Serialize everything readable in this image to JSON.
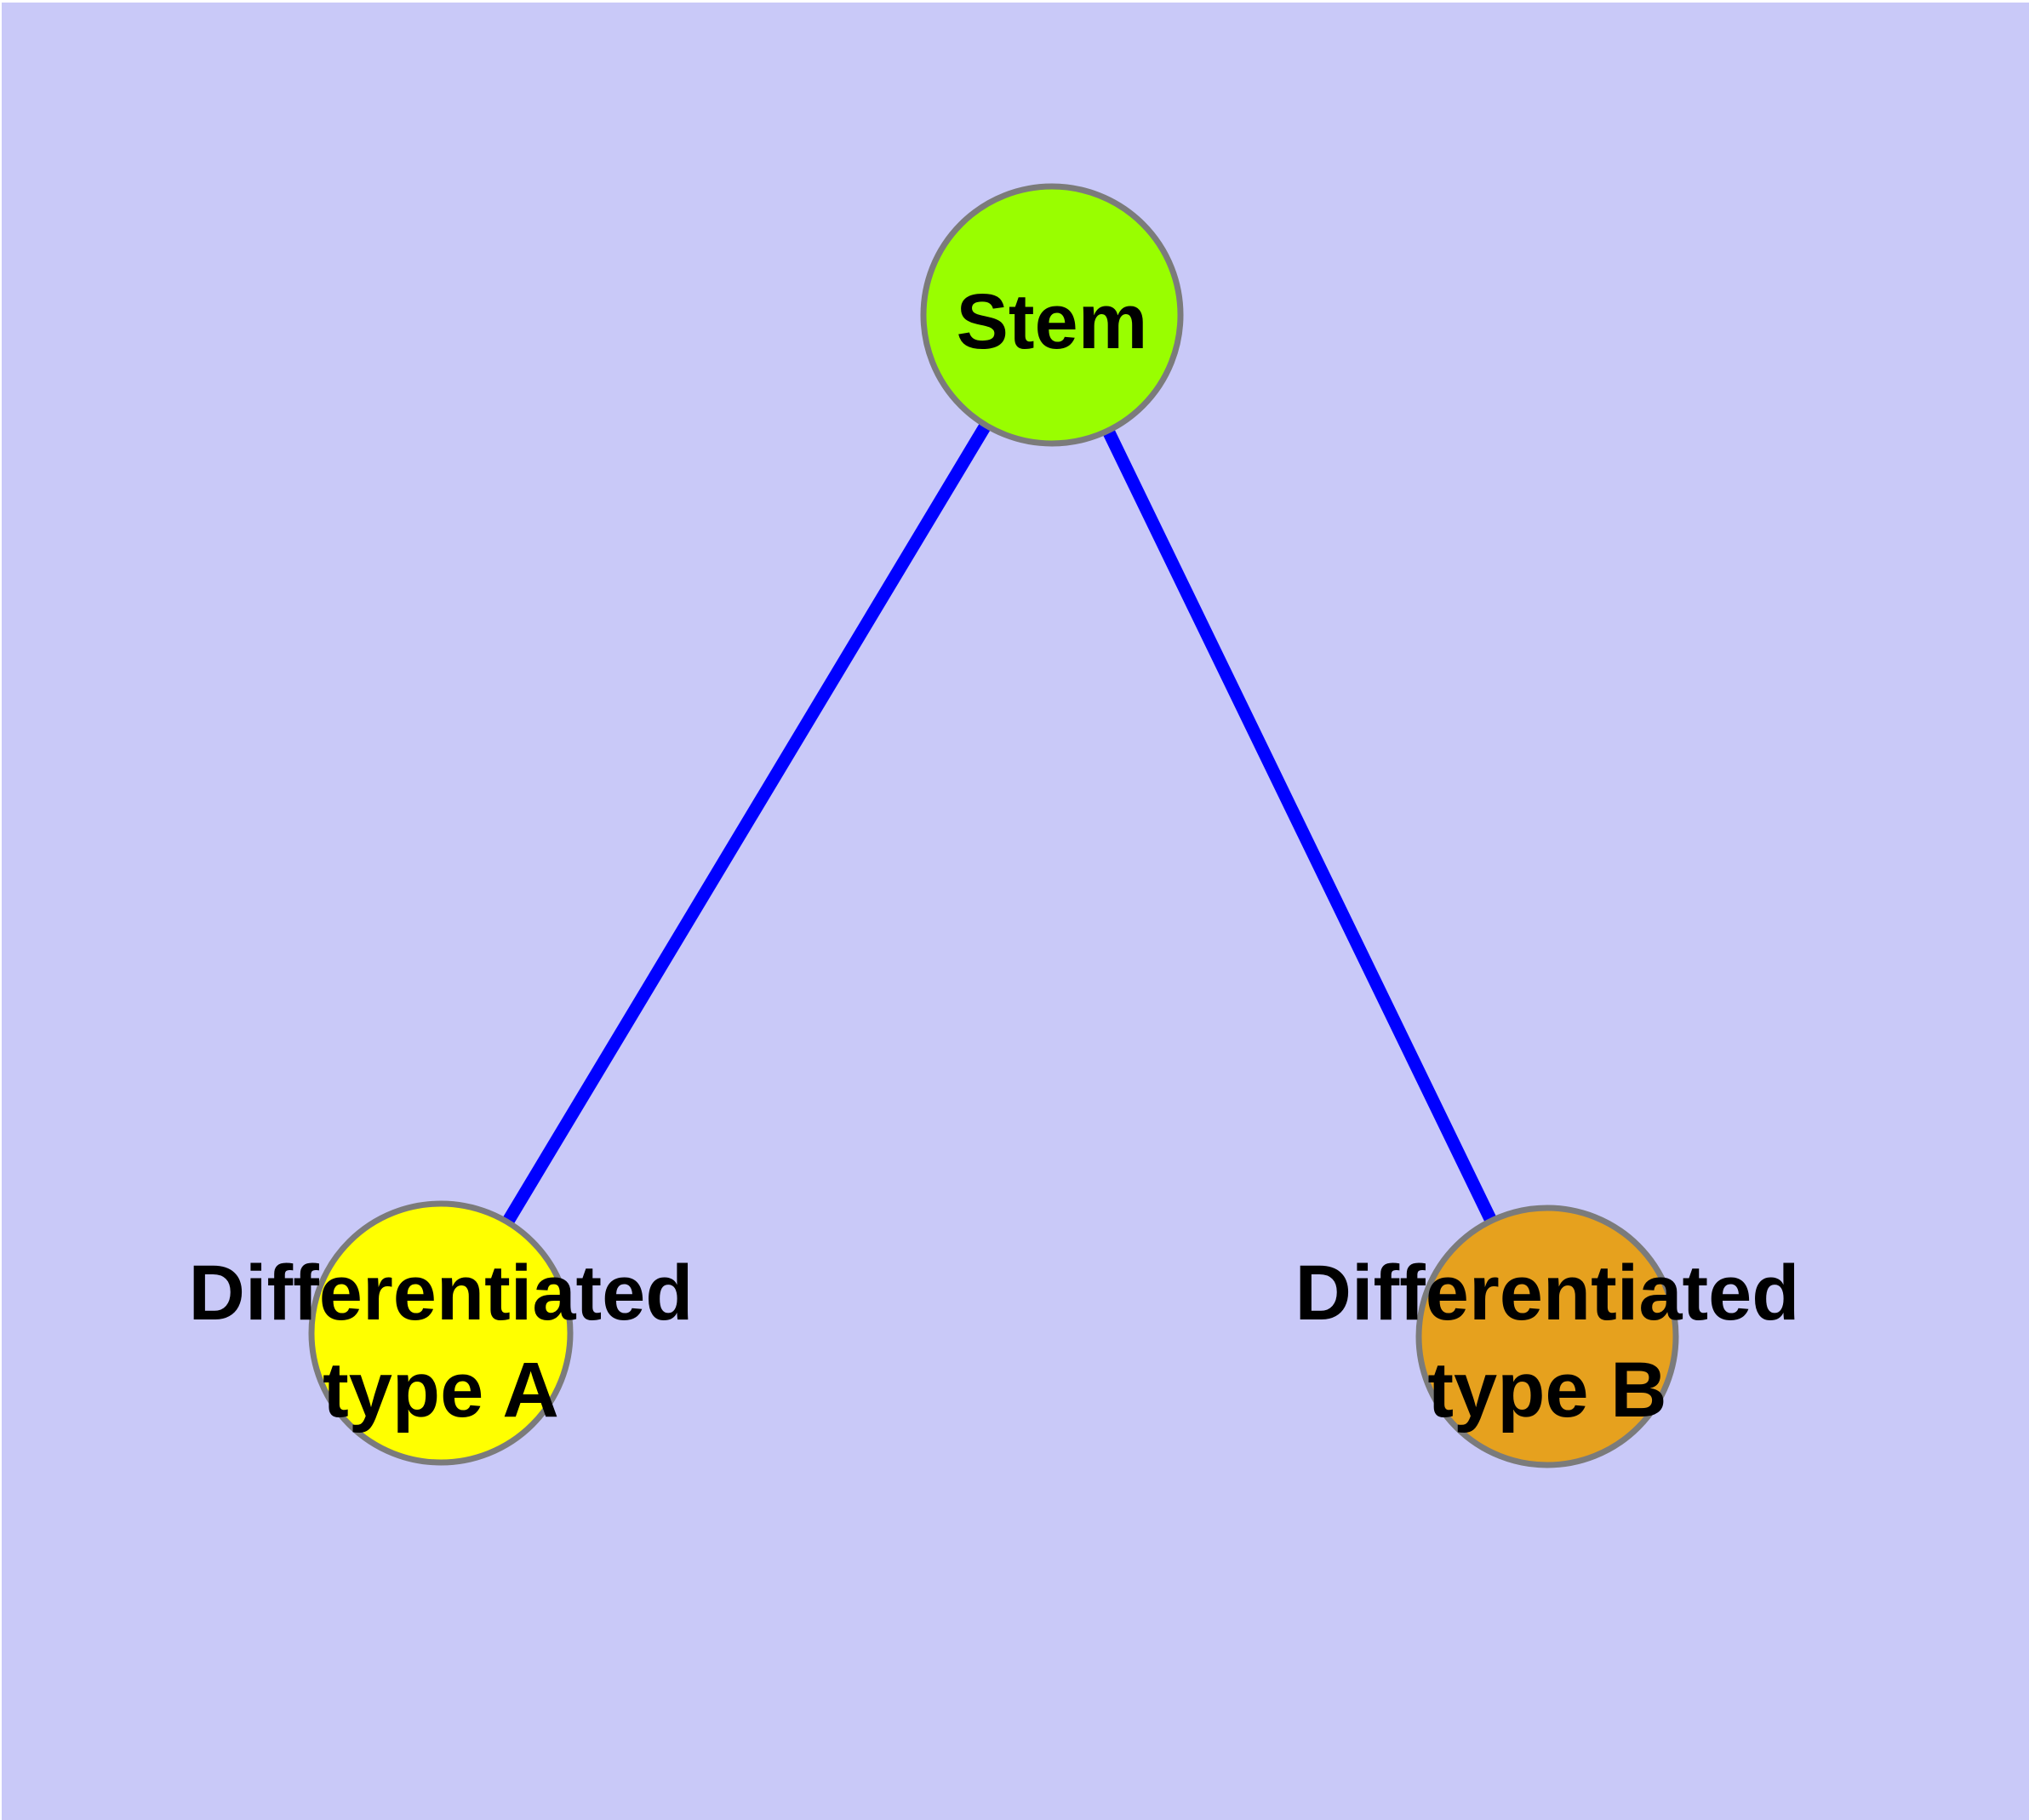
{
  "diagram": {
    "type": "node-link-graph",
    "colors": {
      "background": "#c9c9f8",
      "page_margin": "#ffffff",
      "edge": "#0000ff",
      "node_border": "#7b7b7b",
      "label_text": "#000000"
    },
    "nodes": [
      {
        "id": "stem",
        "label": "Stem",
        "color": "#99fe00"
      },
      {
        "id": "differentiated-type-a",
        "label": "Differentiated type A",
        "label_lines": [
          "Differentiated",
          "type A"
        ],
        "color": "#ffff00"
      },
      {
        "id": "differentiated-type-b",
        "label": "Differentiated type B",
        "label_lines": [
          "Differentiated",
          "type B"
        ],
        "color": "#e6a11e"
      }
    ],
    "edges": [
      {
        "from": "stem",
        "to": "differentiated-type-a"
      },
      {
        "from": "stem",
        "to": "differentiated-type-b"
      }
    ]
  }
}
